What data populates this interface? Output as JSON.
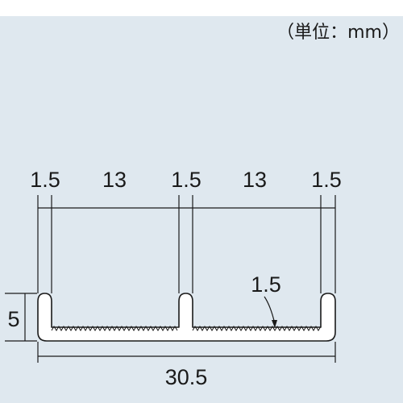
{
  "colors": {
    "background": "#dfe8ef",
    "top_band": "#ffffff",
    "line": "#1a1a1a",
    "profile_fill": "#ffffff"
  },
  "unit_label": "（単位：mm）",
  "dimensions": {
    "top": [
      "1.5",
      "13",
      "1.5",
      "13",
      "1.5"
    ],
    "thickness": "1.5",
    "height": "5",
    "overall_width": "30.5"
  }
}
